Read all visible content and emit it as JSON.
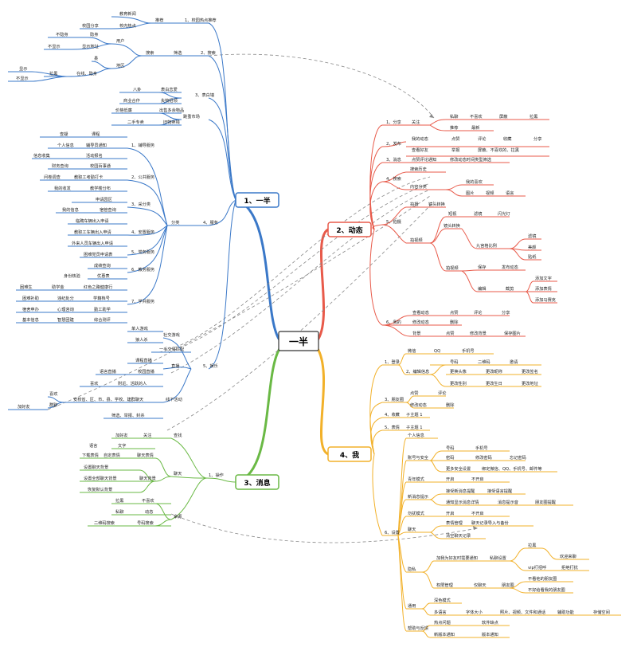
{
  "root": {
    "label": "一半"
  },
  "branches": {
    "b1": {
      "label": "1、一半",
      "color": "#3a78c8"
    },
    "b2": {
      "label": "2、动态",
      "color": "#e85a4a"
    },
    "b3": {
      "label": "3、消息",
      "color": "#6ab945"
    },
    "b4": {
      "label": "4、我",
      "color": "#f2b12a"
    }
  },
  "b1": {
    "recommend": {
      "label": "1、校园热点推荐",
      "sub": "推荐",
      "items": [
        "教育新闻",
        "校园分享",
        "校内热点"
      ]
    },
    "search": {
      "label": "2、搜索",
      "sub": "搜索",
      "filter": "筛选",
      "user": "用户",
      "region": "地区",
      "user_items": [
        "不隐身",
        "隐身",
        "不显示",
        "显示地址"
      ],
      "region_items": [
        "县",
        "在线、隐身",
        "拉黑",
        "显示",
        "不显示"
      ]
    },
    "wall": {
      "label": "3、表白墙",
      "items": [
        "八卦",
        "表白恋爱",
        "商业合作",
        "失物招领"
      ]
    },
    "market": {
      "label": "跳蚤市场",
      "items": [
        "价格低廉",
        "出售多余物品",
        "二手专卖",
        "旧物卖钱"
      ]
    },
    "services": {
      "label": "4、服务",
      "cat": "分类",
      "groups": [
        "1、辅导服务",
        "2、公共服务",
        "3、采分类",
        "4、安置服务",
        "5、党务服务",
        "6、教务服务",
        "7、学共服务"
      ],
      "items": [
        "查疑",
        "课程",
        "个人信息",
        "辅导员通知",
        "信息收集",
        "活动报名",
        "财务查询",
        "校园百事通",
        "问卷调查",
        "教职工考勤打卡",
        "我的收发",
        "教学楼分布",
        "申请园区",
        "我的信息",
        "宿管查询",
        "信息查询",
        "临聘车辆出入申请",
        "教职工车辆出入申请",
        "外来人员车辆出入申请",
        "困难党员申请表",
        "成绩查询",
        "优惠表",
        "身份核验",
        "困难生",
        "助学金",
        "红色之路健康行",
        "困难补助",
        "违纪处分",
        "学籍档号",
        "宿舍申办",
        "心理咨询",
        "勤工助学",
        "基本信息",
        "智慧团建",
        "综合测评"
      ]
    },
    "fun": {
      "label": "5、娱乐",
      "social": "社交游戏",
      "live": "直播",
      "offline": "线下活动",
      "items": [
        "单人游戏",
        "狼人杀",
        "一手交易匹配",
        "课程直播",
        "校园直播",
        "语言直播",
        "喜欢",
        "附近、活跃的人",
        "安校省、区、市、县、学校、建群聊天",
        "筛选、举报、封杀",
        "加好友",
        "喜欢",
        "群聊"
      ]
    }
  },
  "b2": {
    "share": {
      "label": "1、分享",
      "items": [
        "私聊",
        "不喜欢",
        "屏蔽",
        "拉黑",
        "关注",
        "推荐",
        "最新"
      ]
    },
    "publish": {
      "label": "2、发布",
      "items": [
        "我的动态",
        "点赞",
        "评论",
        "收藏",
        "分享",
        "查看好友",
        "举报",
        "屏蔽、不喜欢的、拉黑"
      ]
    },
    "msg": {
      "label": "3、消息",
      "items": [
        "点赞评论通知",
        "修改动态时间类型筛选"
      ]
    },
    "search": {
      "label": "4、搜索",
      "items": [
        "搜索历史",
        "内容分类",
        "我的喜欢",
        "图片",
        "视频",
        "语言"
      ]
    },
    "shoot": {
      "label": "5、拍摄",
      "items": [
        "拍摄",
        "镜头转换",
        "短视",
        "滤镜",
        "闪光灯",
        "拍视频",
        "镜头转换",
        "九宫格比例",
        "滤镜",
        "美颜",
        "贴纸",
        "拍视频",
        "保存",
        "发布动态",
        "编辑",
        "截剪",
        "添加文字",
        "添加表情",
        "添加马赛克"
      ]
    },
    "mine": {
      "label": "6、我的",
      "items": [
        "查看动态",
        "点赞",
        "评论",
        "分享",
        "修改动态",
        "删除",
        "背景",
        "点赞",
        "修改背景",
        "保存图片"
      ]
    }
  },
  "b3": {
    "ops": {
      "label": "1、操作",
      "items": [
        "加好友",
        "关注",
        "查找",
        "语言",
        "文字",
        "聊天",
        "下载表情",
        "自定表情",
        "聊天表情",
        "设置聊天背景",
        "设置全部聊天背景",
        "恢复默认背景",
        "聊天背景",
        "拉黑",
        "不喜欢",
        "私聊",
        "动态",
        "二维码搜索",
        "号码搜索",
        "拿源"
      ]
    }
  },
  "b4": {
    "login": {
      "label": "1、登录",
      "items": [
        "微信",
        "QQ",
        "手机号",
        "号码",
        "二维码",
        "邀请",
        "2、编辑信息",
        "更换头像",
        "更改昵称",
        "更改签名",
        "更改性别",
        "更改生日",
        "更改地址"
      ]
    },
    "moments": {
      "label": "3、朋友圈",
      "items": [
        "点赞",
        "评论",
        "修改动态",
        "删除"
      ]
    },
    "fav": {
      "label": "4、收藏",
      "items": [
        "子主题 1"
      ]
    },
    "emoji": {
      "label": "5、表情",
      "items": [
        "子主题 1"
      ]
    },
    "settings": {
      "label": "6、设置",
      "items": [
        "个人信息",
        "账号与安全",
        "号码",
        "手机号",
        "密码",
        "修改密码",
        "忘记密码",
        "更多安全设置",
        "绑定微信、QQ、手机号、邮件等",
        "青年模式",
        "开启",
        "不开启",
        "新消息提示",
        "接受新消息提醒",
        "接受语言提醒",
        "通知显示消息详情",
        "消息提示音",
        "朋友圈提醒",
        "勿扰模式",
        "开启",
        "不开启",
        "聊天",
        "表情管理",
        "聊天记录导入与备份",
        "清空聊天记录",
        "隐私",
        "加我为好友时需要通知",
        "私聊设置",
        "拉黑",
        "欢迎来聊",
        "vip打招呼",
        "拒绝打扰",
        "权限管理",
        "仅聊天",
        "朋友圈",
        "不看他的朋友圈",
        "不好给看我的朋友圈",
        "通用",
        "深色模式",
        "多语言",
        "字体大小",
        "照片、视频、文件和通话",
        "辅助功能",
        "存储空间",
        "帮助与反馈",
        "热点问题",
        "软件缺点",
        "新版本通知",
        "版本通知"
      ]
    }
  }
}
